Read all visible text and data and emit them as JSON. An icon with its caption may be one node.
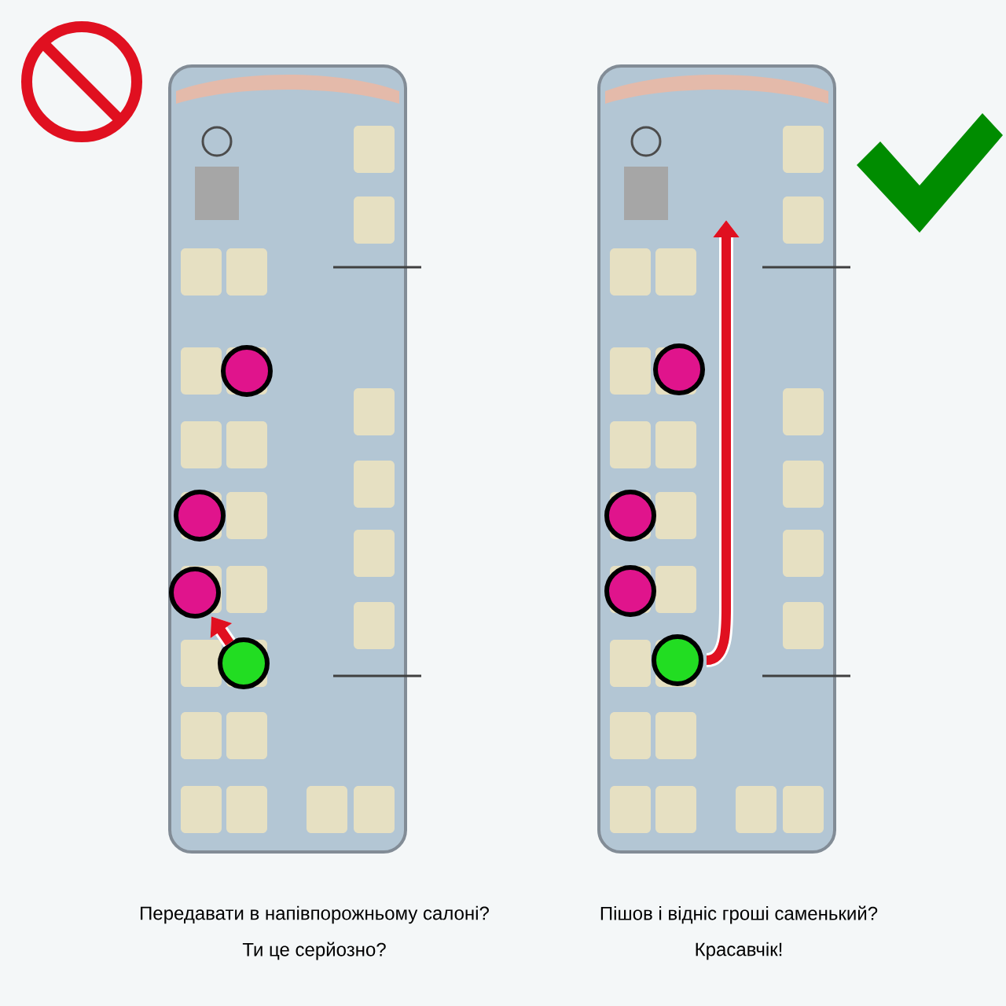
{
  "diagram": {
    "nodes": [
      {
        "text": [],
        "shape": "circle"
      },
      {
        "text": [],
        "shape": "circle"
      },
      {
        "text": [],
        "shape": "circle"
      },
      {
        "text": [],
        "shape": "circle"
      },
      {
        "text": [],
        "shape": "circle"
      },
      {
        "text": [],
        "shape": "circle"
      },
      {
        "text": [],
        "shape": "circle"
      },
      {
        "text": [],
        "shape": "circle"
      }
    ],
    "edges": [
      {
        "from": 3,
        "to": 2,
        "arrow": "to"
      },
      {
        "from": 7,
        "to": null,
        "arrow": "to"
      }
    ],
    "labels": [
      "Передавати в напівпорожньому салоні?",
      "Ти це серйозно?",
      "Пішов і відніс гроші саменький?",
      "Красавчік!"
    ]
  }
}
